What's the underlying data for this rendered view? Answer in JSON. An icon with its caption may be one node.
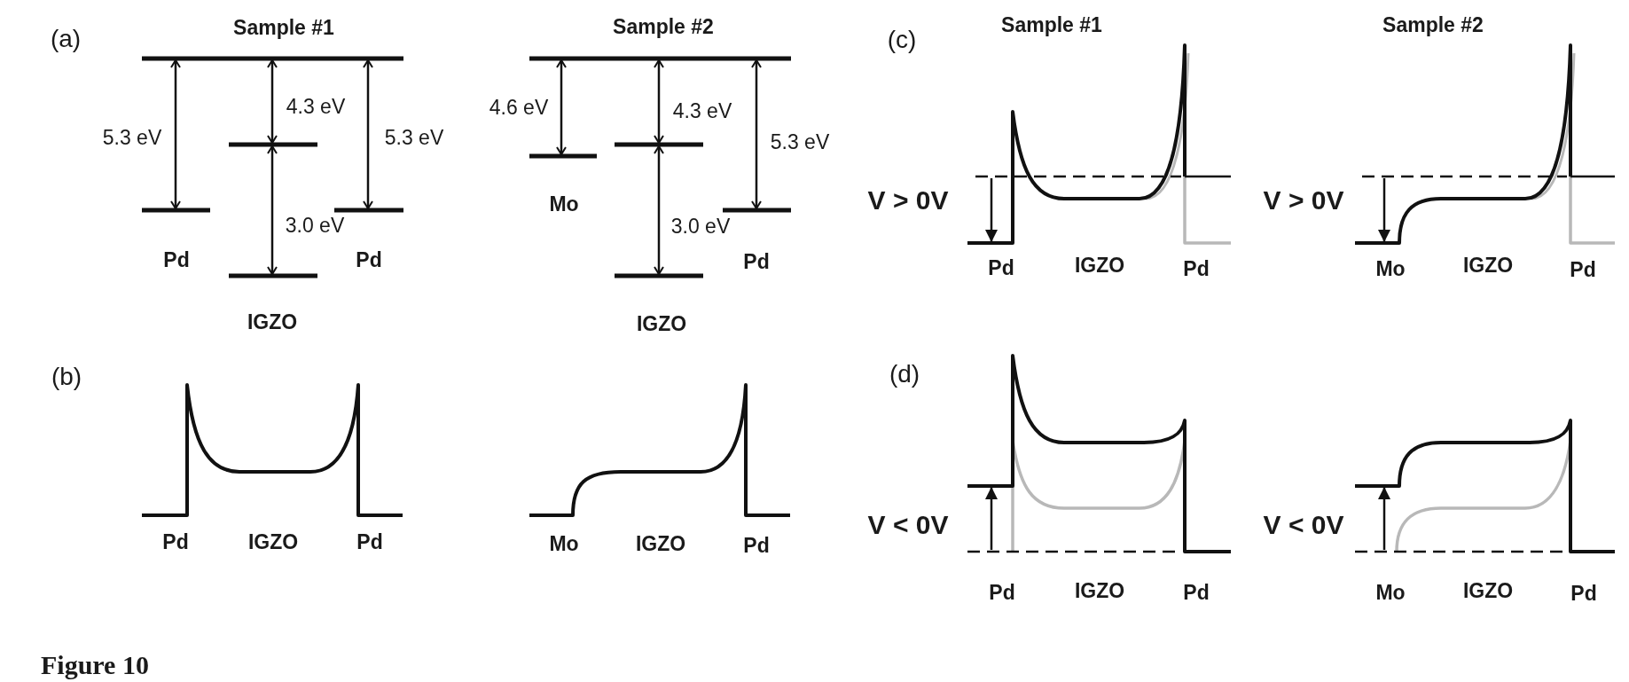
{
  "diagram": {
    "caption": "Figure 10",
    "labels": [
      "(a)",
      "Sample #1",
      "5.3 eV",
      "4.3 eV",
      "5.3 eV",
      "3.0 eV",
      "Pd",
      "Pd",
      "IGZO",
      "Sample #2",
      "4.6 eV",
      "4.3 eV",
      "5.3 eV",
      "Mo",
      "3.0 eV",
      "Pd",
      "IGZO",
      "(b)",
      "Pd",
      "IGZO",
      "Pd",
      "Mo",
      "IGZO",
      "Pd",
      "(c)",
      "Sample #1",
      "V > 0V",
      "Pd",
      "IGZO",
      "Pd",
      "Sample #2",
      "V > 0V",
      "Mo",
      "IGZO",
      "Pd",
      "(d)",
      "V < 0V",
      "Pd",
      "IGZO",
      "Pd",
      "V < 0V",
      "Mo",
      "IGZO",
      "Pd"
    ]
  }
}
